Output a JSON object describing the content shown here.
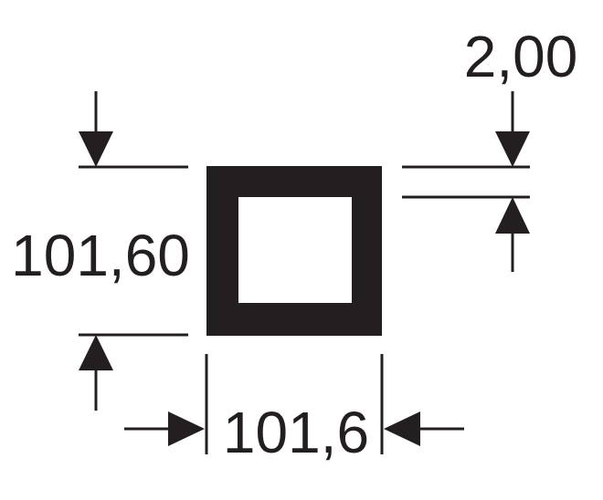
{
  "profile": {
    "shape": "square hollow section",
    "height_label": "101,60",
    "width_label": "101,6",
    "wall_thickness_label": "2,00"
  },
  "colors": {
    "line": "#231f20",
    "background": "#ffffff"
  }
}
